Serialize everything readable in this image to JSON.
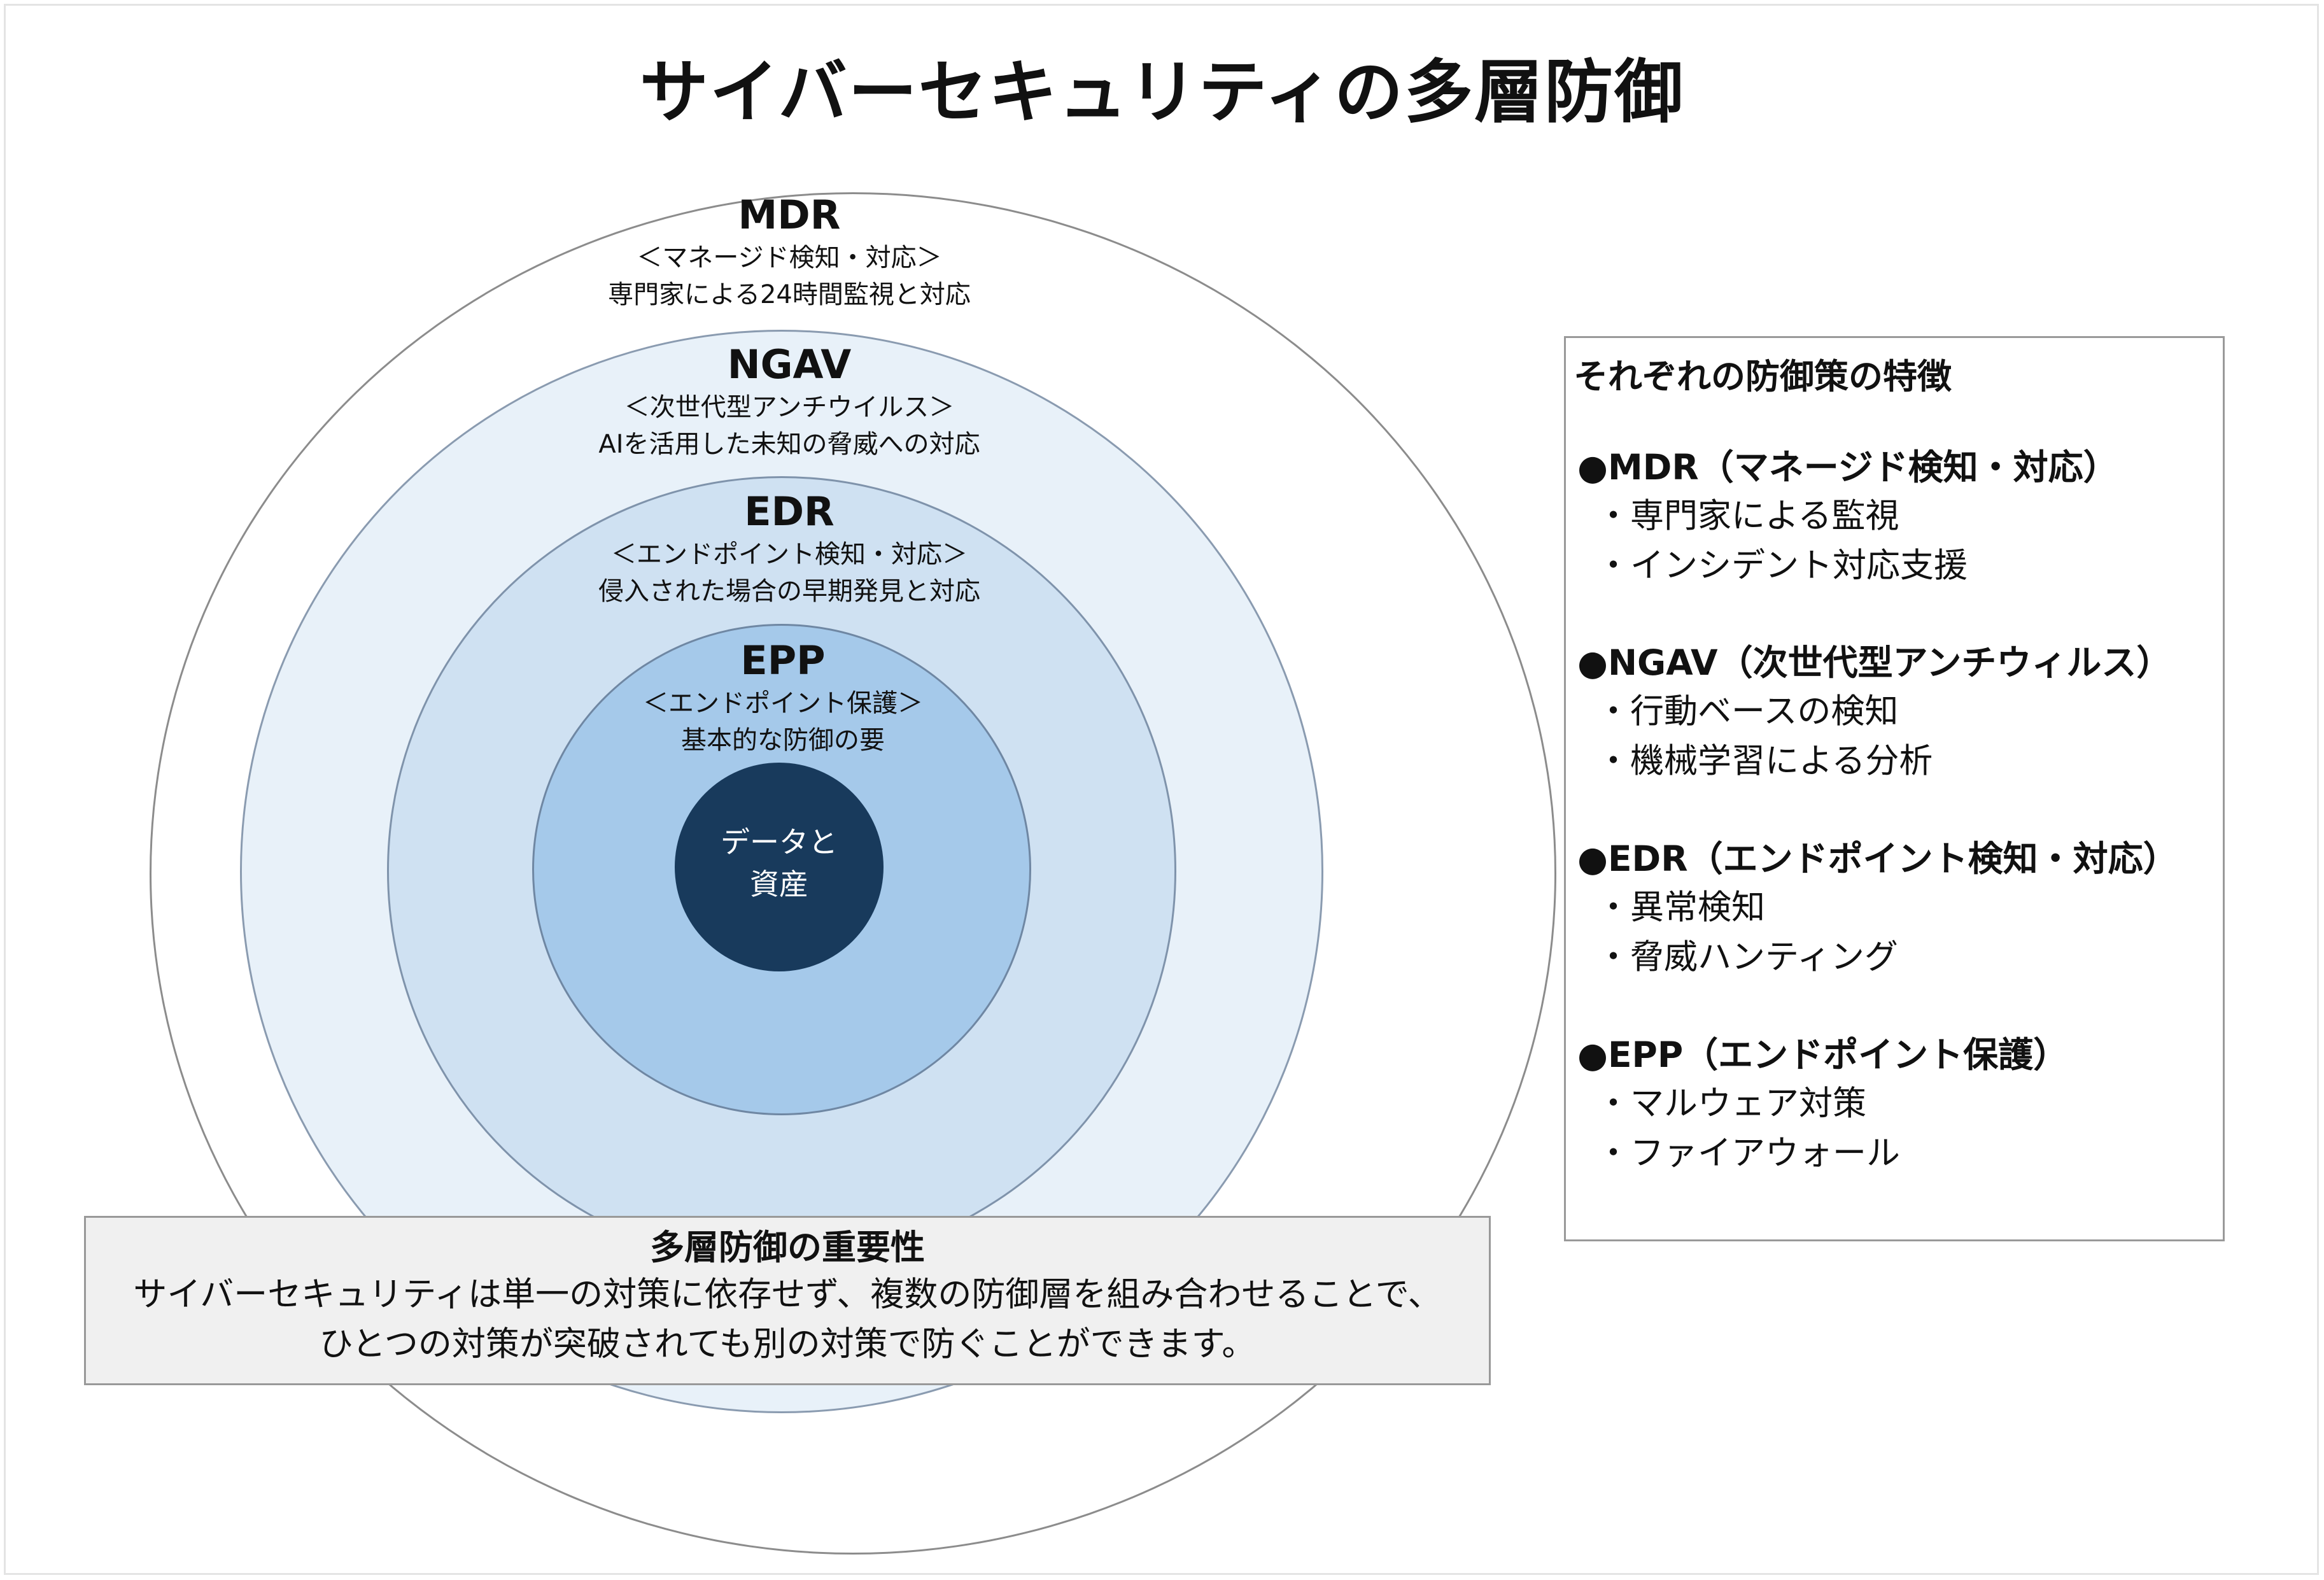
{
  "title": "サイバーセキュリティの多層防御",
  "colors": {
    "mdr_fill": "#ffffff",
    "ngav_fill": "#e8f1f9",
    "edr_fill": "#cfe1f2",
    "epp_fill": "#a5c9ea",
    "core_fill": "#183a5c",
    "note_fill": "#f0f0f0"
  },
  "layers": {
    "mdr": {
      "name": "MDR",
      "subtitle": "＜マネージド検知・対応＞",
      "description": "専門家による24時間監視と対応"
    },
    "ngav": {
      "name": "NGAV",
      "subtitle": "＜次世代型アンチウイルス＞",
      "description": "AIを活用した未知の脅威への対応"
    },
    "edr": {
      "name": "EDR",
      "subtitle": "＜エンドポイント検知・対応＞",
      "description": "侵入された場合の早期発見と対応"
    },
    "epp": {
      "name": "EPP",
      "subtitle": "＜エンドポイント保護＞",
      "description": "基本的な防御の要"
    }
  },
  "core": {
    "line1": "データと",
    "line2": "資産"
  },
  "importance": {
    "title": "多層防御の重要性",
    "line1": "サイバーセキュリティは単一の対策に依存せず、複数の防御層を組み合わせることで、",
    "line2": "ひとつの対策が突破されても別の対策で防ぐことができます。"
  },
  "features": {
    "title": "それぞれの防御策の特徴",
    "items": [
      {
        "heading": "●MDR（マネージド検知・対応）",
        "points": [
          "・専門家による監視",
          "・インシデント対応支援"
        ]
      },
      {
        "heading": "●NGAV（次世代型アンチウィルス）",
        "points": [
          "・行動ベースの検知",
          "・機械学習による分析"
        ]
      },
      {
        "heading": "●EDR（エンドポイント検知・対応）",
        "points": [
          "・異常検知",
          "・脅威ハンティング"
        ]
      },
      {
        "heading": "●EPP（エンドポイント保護）",
        "points": [
          "・マルウェア対策",
          "・ファイアウォール"
        ]
      }
    ]
  }
}
